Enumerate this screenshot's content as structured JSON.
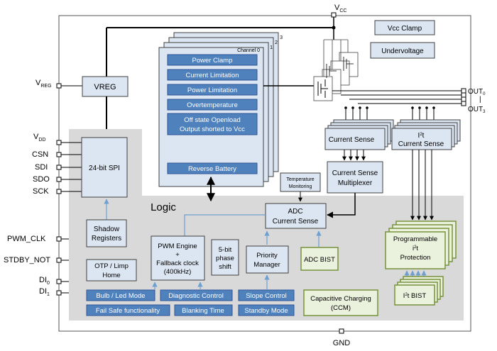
{
  "pins": {
    "vcc": {
      "main": "V",
      "sub": "CC"
    },
    "vreg": {
      "main": "V",
      "sub": "REG"
    },
    "vdd": {
      "main": "V",
      "sub": "DD"
    },
    "csn": "CSN",
    "sdi": "SDI",
    "sdo": "SDO",
    "sck": "SCK",
    "pwm_clk": "PWM_CLK",
    "stdby_not": "STDBY_NOT",
    "di0": {
      "main": "DI",
      "sub": "0"
    },
    "di1": {
      "main": "DI",
      "sub": "1"
    },
    "gnd": "GND",
    "out0": {
      "main": "OUT",
      "sub": "0"
    },
    "out_sep": "|",
    "out3": {
      "main": "OUT",
      "sub": "3"
    }
  },
  "blocks": {
    "vcc_clamp": "Vcc Clamp",
    "undervoltage": "Undervoltage",
    "vreg": "VREG",
    "spi": "24-bit SPI",
    "shadow": [
      "Shadow",
      "Registers"
    ],
    "logic": "Logic",
    "otp": [
      "OTP / Limp",
      "Home"
    ],
    "pwm_engine": [
      "PWM Engine",
      "+",
      "Fallback clock",
      "(400kHz)"
    ],
    "phase_shift": [
      "5-bit",
      "phase",
      "shift"
    ],
    "priority": [
      "Priority",
      "Manager"
    ],
    "adc_bist": "ADC BIST",
    "adc": [
      "ADC",
      "Current Sense"
    ],
    "temp_mon": [
      "Temperature",
      "Monitoring"
    ],
    "cs_mux": [
      "Current Sense",
      "Multiplexer"
    ],
    "current_sense": "Current Sense",
    "i2t_sense": [
      "I",
      "2",
      "t",
      "Current Sense"
    ],
    "prog_i2t": [
      "Programmable",
      "i",
      "2",
      "t",
      "Protection"
    ],
    "i2t_bist": [
      "I",
      "2",
      "t BIST"
    ],
    "ccm": [
      "Capacitive Charging",
      "(CCM)"
    ]
  },
  "channels": {
    "stack_numbers": [
      "1",
      "2",
      "3"
    ],
    "channel0_title": "Channel 0",
    "functions": [
      "Power Clamp",
      "Current Limitation",
      "Power Limitation",
      "Overtemperature",
      "Off state Openload",
      "Output shorted to Vcc"
    ],
    "reverse_battery": "Reverse Battery"
  },
  "logic_functions": [
    "Bulb / Led Mode",
    "Diagnostic Control",
    "Slope Control",
    "Fail Safe functionality",
    "Blanking Time",
    "Standby Mode"
  ],
  "colors": {
    "blue_fill": "#4f81bd",
    "light_blue": "#dce6f2",
    "green_fill": "#eaf1dd",
    "green_border": "#77933c",
    "logic_gray": "#d9d9d9",
    "stroke": "#404040",
    "arrow_blue": "#6fa0d0"
  }
}
